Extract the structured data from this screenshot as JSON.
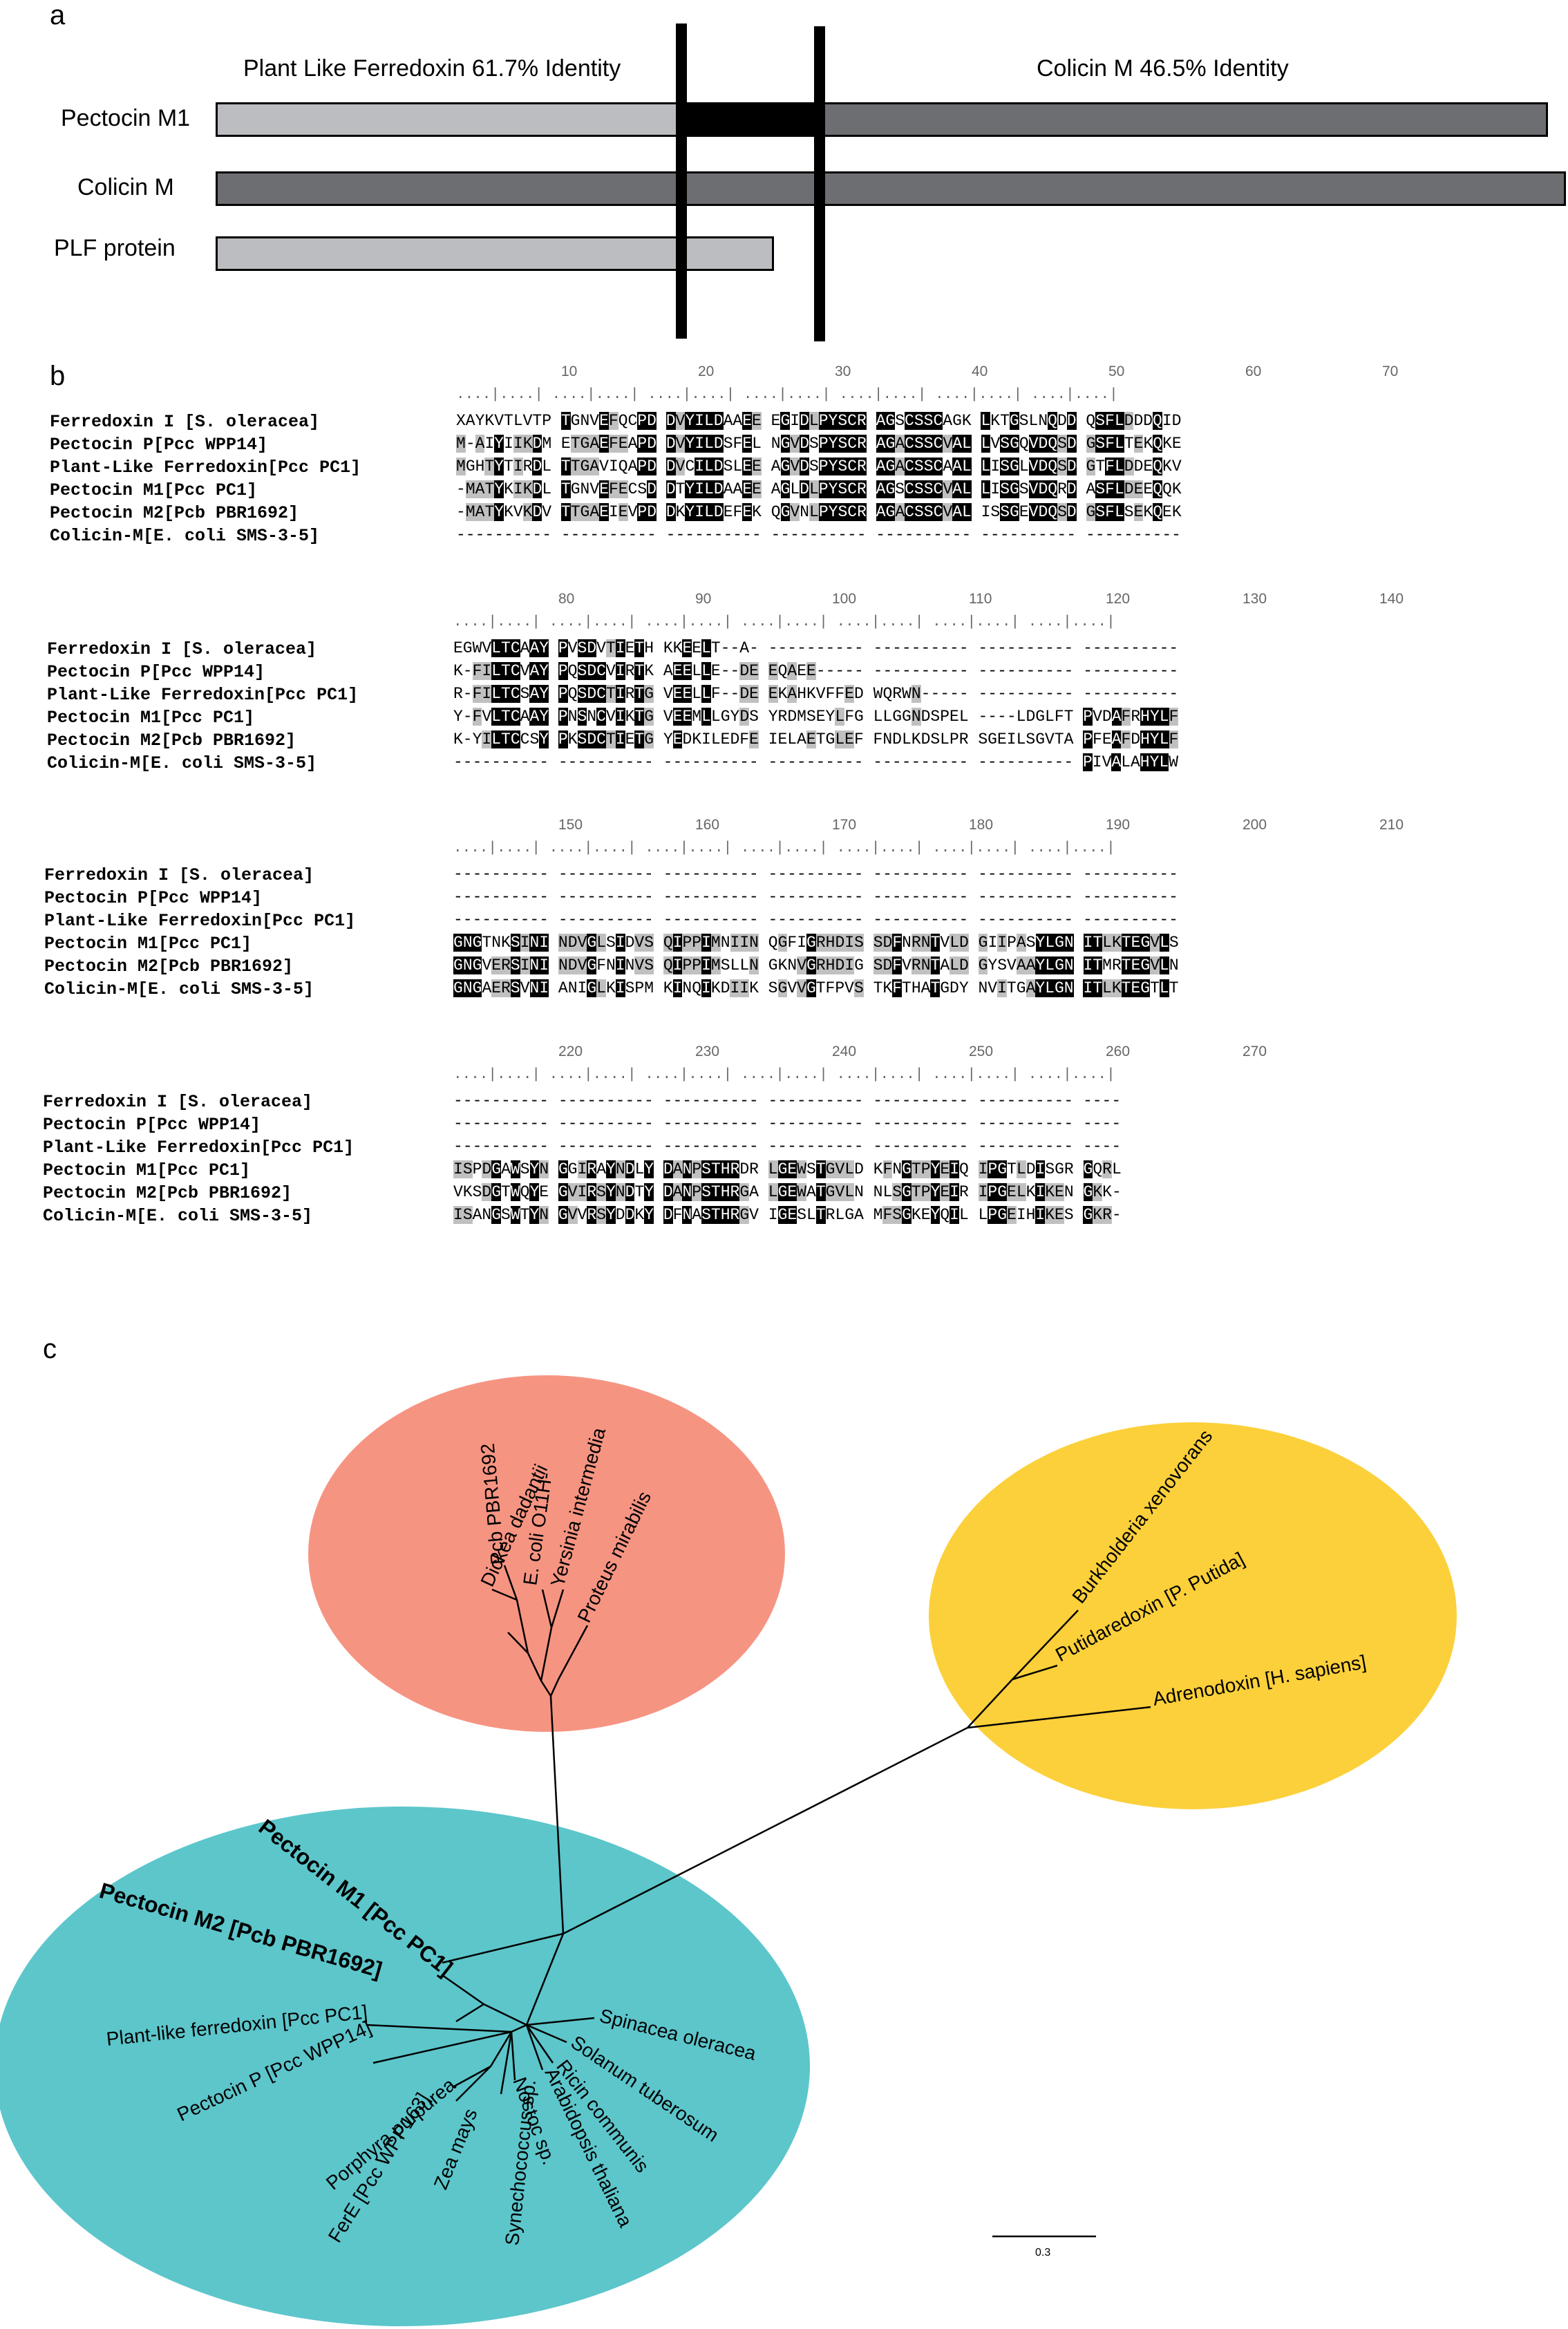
{
  "panel_a": {
    "letter": "a",
    "left_header": "Plant Like Ferredoxin 61.7% Identity",
    "right_header": "Colicin M 46.5% Identity",
    "rows": [
      {
        "label": "Pectocin M1"
      },
      {
        "label": "Colicin M"
      },
      {
        "label": "PLF protein"
      }
    ],
    "colors": {
      "light_gray": "#bcbdc0",
      "dark_gray": "#6d6e71",
      "black": "#000000"
    }
  },
  "panel_b": {
    "letter": "b",
    "blocks": [
      {
        "ruler_numbers": [
          "10",
          "20",
          "30",
          "40",
          "50",
          "60",
          "70"
        ],
        "names": [
          "Ferredoxin I [S. oleracea]",
          "Pectocin P[Pcc WPP14]",
          "Plant-Like Ferredoxin[Pcc PC1]",
          "Pectocin M1[Pcc PC1]",
          "Pectocin M2[Pcb PBR1692]",
          "Colicin-M[E. coli SMS-3-5]"
        ],
        "seqs": [
          "XAYKVTLVTP TGNVEFQCPD DVYILDAAEE EGIDLPYSCR AGSCSSCAGK LKTGSLNQDD QSFLDDDQID",
          "M-AIYIIKDM ETGAEFEAPD DVYILDSFEL NGVDSPYSCR AGACSSCVAL LVSGQVDQSD GSFLTEKQKE",
          "MGHTYTIRDL TTGAVIQAPD DVCILDSLEE AGVDSPYSCR AGACSSCAAL LISGLVDQSD GTFLDDEQKV",
          "-MATYKIKDL TGNVEFECSD DTYILDAAEE AGLDLPYSCR AGSCSSCVAL LISGSVDQRD ASFLDEEQQK",
          "-MATYKVKDV TTGAEIEVPD DKYILDEFEK QGVNLPYSCR AGACSSCVAL ISSGEVDQSD GSFLSEKQEK",
          "---------- ---------- ---------- ---------- ---------- ---------- ----------"
        ]
      },
      {
        "ruler_numbers": [
          "80",
          "90",
          "100",
          "110",
          "120",
          "130",
          "140"
        ],
        "names": [
          "Ferredoxin I [S. oleracea]",
          "Pectocin P[Pcc WPP14]",
          "Plant-Like Ferredoxin[Pcc PC1]",
          "Pectocin M1[Pcc PC1]",
          "Pectocin M2[Pcb PBR1692]",
          "Colicin-M[E. coli SMS-3-5]"
        ],
        "seqs": [
          "EGWVLTCAAY PVSDVTIETH KKEELT--A- ---------- ---------- ---------- ----------",
          "K-FILTCVAY PQSDCVIRTK AEELLE--DE EQAEE----- ---------- ---------- ----------",
          "R-FILTCSAY PQSDCTIRTG VEELLF--DE EKAHKVFFED WQRWN----- ---------- ----------",
          "Y-FVLTCAAY PNSNCVIKTG VEEMLLGYDS YRDMSEYLFG LLGGNDSPEL ----LDGLFT PVDAFRHYLF",
          "K-YILTCCSY PKSDCTIETG YEDKILEDFE IELAETGLEF FNDLKDSLPR SGEILSGVTA PFEAFDHYLF",
          "---------- ---------- ---------- ---------- ---------- ---------- PIVALAHYLW"
        ]
      },
      {
        "ruler_numbers": [
          "150",
          "160",
          "170",
          "180",
          "190",
          "200",
          "210"
        ],
        "names": [
          "Ferredoxin I [S. oleracea]",
          "Pectocin P[Pcc WPP14]",
          "Plant-Like Ferredoxin[Pcc PC1]",
          "Pectocin M1[Pcc PC1]",
          "Pectocin M2[Pcb PBR1692]",
          "Colicin-M[E. coli SMS-3-5]"
        ],
        "seqs": [
          "---------- ---------- ---------- ---------- ---------- ---------- ----------",
          "---------- ---------- ---------- ---------- ---------- ---------- ----------",
          "---------- ---------- ---------- ---------- ---------- ---------- ----------",
          "GNGTNKSINI NDVGLSIDVS QIPPIMNIIN QGFIGRHDIS SDFNRNTVLD GIIPASYLGN ITLKTEGVLS",
          "GNGVERSINI NDVGFNINVS QIPPIMSLLN GKNVGRHDIG SDFVRNTALD GYSVAAYLGN ITMRTEGVLN",
          "GNGAERSVNI ANIGLKISPM KINQIKDIIK SGVVGTFPVS TKFTHATGDY NVITGAYLGN ITLKTEGTLT"
        ]
      },
      {
        "ruler_numbers": [
          "220",
          "230",
          "240",
          "250",
          "260",
          "270"
        ],
        "names": [
          "Ferredoxin I [S. oleracea]",
          "Pectocin P[Pcc WPP14]",
          "Plant-Like Ferredoxin[Pcc PC1]",
          "Pectocin M1[Pcc PC1]",
          "Pectocin M2[Pcb PBR1692]",
          "Colicin-M[E. coli SMS-3-5]"
        ],
        "seqs": [
          "---------- ---------- ---------- ---------- ---------- ---------- ----",
          "---------- ---------- ---------- ---------- ---------- ---------- ----",
          "---------- ---------- ---------- ---------- ---------- ---------- ----",
          "ISPDGAWSYN GGIRAYNDLY DANPSTHRDR LGEWSTGVLD KFNGTPYEIQ IPGTLDISGR GQRL",
          "VKSDGTWQYE GVIRSYNDTY DANPSTHRGA LGEWATGVLN NLSGTPYEIR IPGELKIKEN GKK-",
          "ISANGSWTYN GVVRSYDDKY DFNASTHRGV IGESLTRLGA MFSGKEYQIL LPGEIHIKES GKR-"
        ]
      }
    ]
  },
  "panel_c": {
    "letter": "c",
    "scale_label": "0.3",
    "colors": {
      "red_group": "#f69482",
      "yellow_group": "#fcd03a",
      "teal_group": "#5cc6cb"
    },
    "red_leaves": [
      "Dickea dadantii",
      "Pcb PBR1692",
      "E. coli O11H-",
      "Yersinia intermedia",
      "Proteus mirabilis"
    ],
    "yellow_leaves": [
      "Burkholderia xenovorans",
      "Putidaredoxin [P. Putida]",
      "Adrenodoxin [H. sapiens]"
    ],
    "teal_leaves_bold": [
      "Pectocin M1 [Pcc PC1]",
      "Pectocin M2 [Pcb PBR1692]"
    ],
    "teal_leaves": [
      "Plant-like ferredoxin [Pcc PC1]",
      "Pectocin P [Pcc WPP14]",
      "Porphyra purpurea",
      "FerE [Pcc WPP163]",
      "Zea mays",
      "Synechococcus sp.",
      "Nostoc sp.",
      "Arabidopsis thaliana",
      "Ricin communis",
      "Solanum tuberosum",
      "Spinacea oleracea"
    ]
  }
}
